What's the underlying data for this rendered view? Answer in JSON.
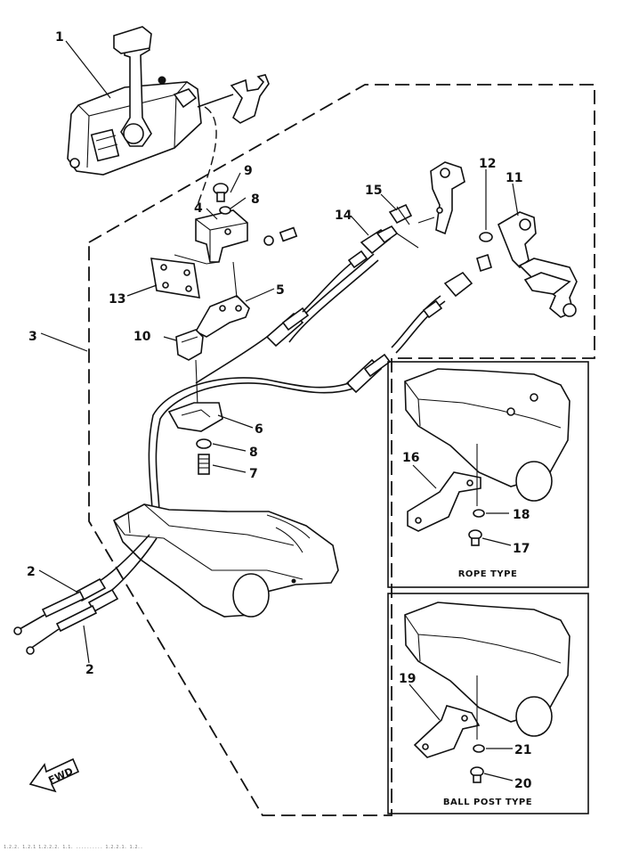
{
  "callouts": {
    "c1": "1",
    "c2a": "2",
    "c2b": "2",
    "c3": "3",
    "c4": "4",
    "c5": "5",
    "c6": "6",
    "c7": "7",
    "c8a": "8",
    "c8b": "8",
    "c9": "9",
    "c10": "10",
    "c11": "11",
    "c12": "12",
    "c13": "13",
    "c14": "14",
    "c15": "15",
    "c16": "16",
    "c17": "17",
    "c18": "18",
    "c19": "19",
    "c20": "20",
    "c21": "21"
  },
  "insets": {
    "rope": {
      "caption": "ROPE TYPE"
    },
    "ball_post": {
      "caption": "BALL POST TYPE"
    }
  },
  "fwd_label": "FWD",
  "footer_text": "1.2.2.  1.2.1  1.2.2.2.  1.1.  ..........  1.2.2.1.  1.2.."
}
